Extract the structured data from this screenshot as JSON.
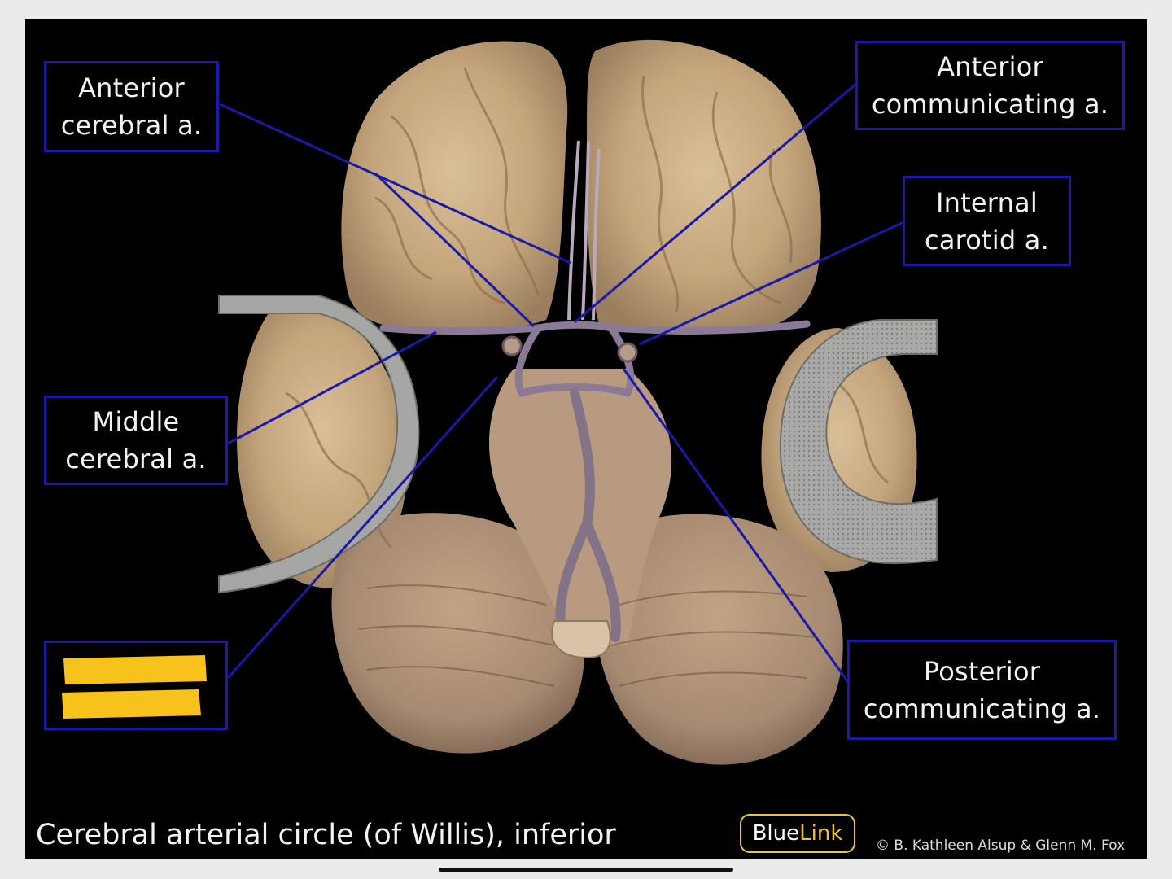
{
  "labels": {
    "anterior_cerebral": [
      "Anterior",
      "cerebral a."
    ],
    "anterior_communicating": [
      "Anterior",
      "communicating a."
    ],
    "internal_carotid": [
      "Internal",
      "carotid a."
    ],
    "middle_cerebral": [
      "Middle",
      "cerebral a."
    ],
    "posterior_communicating": [
      "Posterior",
      "communicating a."
    ],
    "hidden_label": "redacted with yellow highlighter"
  },
  "caption": "Cerebral arterial circle (of Willis), inferior",
  "badge": {
    "part1": "Blue",
    "part2": "Link"
  },
  "copyright": "© B. Kathleen Alsup & Glenn M. Fox",
  "colors": {
    "background": "#000000",
    "label_border": "#1a1aa8",
    "leader_line": "#1a1aa8",
    "label_text": "#f2f2f2",
    "redaction_yellow": "#f7c21c",
    "badge_border": "#e8c640",
    "badge_link": "#f2c12e",
    "brain_tissue": "#c9ad86",
    "vessels": "#8a7a95"
  }
}
